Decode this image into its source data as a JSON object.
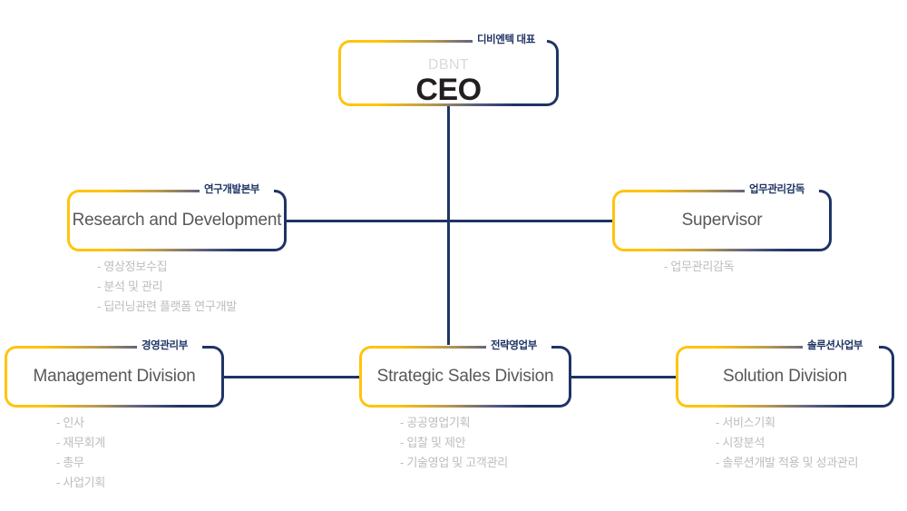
{
  "chart": {
    "type": "org-chart",
    "title": "DBNT Organization Chart",
    "colors": {
      "accent_yellow": "#ffc40c",
      "accent_navy": "#1f3465",
      "title_text": "#58585b",
      "bullet_text": "#bdbdbd",
      "ceo_sub_text": "#d9d9d9",
      "ceo_title_text": "#231f20"
    }
  },
  "nodes": {
    "ceo": {
      "label": "디비엔텍 대표",
      "sub": "DBNT",
      "title": "CEO",
      "bullets": []
    },
    "research_and_development": {
      "label": "연구개발본부",
      "title": "Research and Development",
      "bullets": [
        "- 영상정보수집",
        "- 분석 및 관리",
        "- 딥러닝관련 플랫폼 연구개발"
      ]
    },
    "supervisor": {
      "label": "업무관리감독",
      "title": "Supervisor",
      "bullets": [
        "- 업무관리감독"
      ]
    },
    "management_division": {
      "label": "경영관리부",
      "title": "Management Division",
      "bullets": [
        "- 인사",
        "- 재무회계",
        "- 총무",
        "- 사업기획"
      ]
    },
    "strategic_sales_division": {
      "label": "전략영업부",
      "title": "Strategic Sales Division",
      "bullets": [
        "- 공공영업기획",
        "- 입찰 및 제안",
        "- 기술영업 및 고객관리"
      ]
    },
    "solution_division": {
      "label": "솔루션사업부",
      "title": "Solution Division",
      "bullets": [
        "- 서비스기획",
        "- 시장분석",
        "- 솔루션개발 적용 및 성과관리"
      ]
    }
  }
}
